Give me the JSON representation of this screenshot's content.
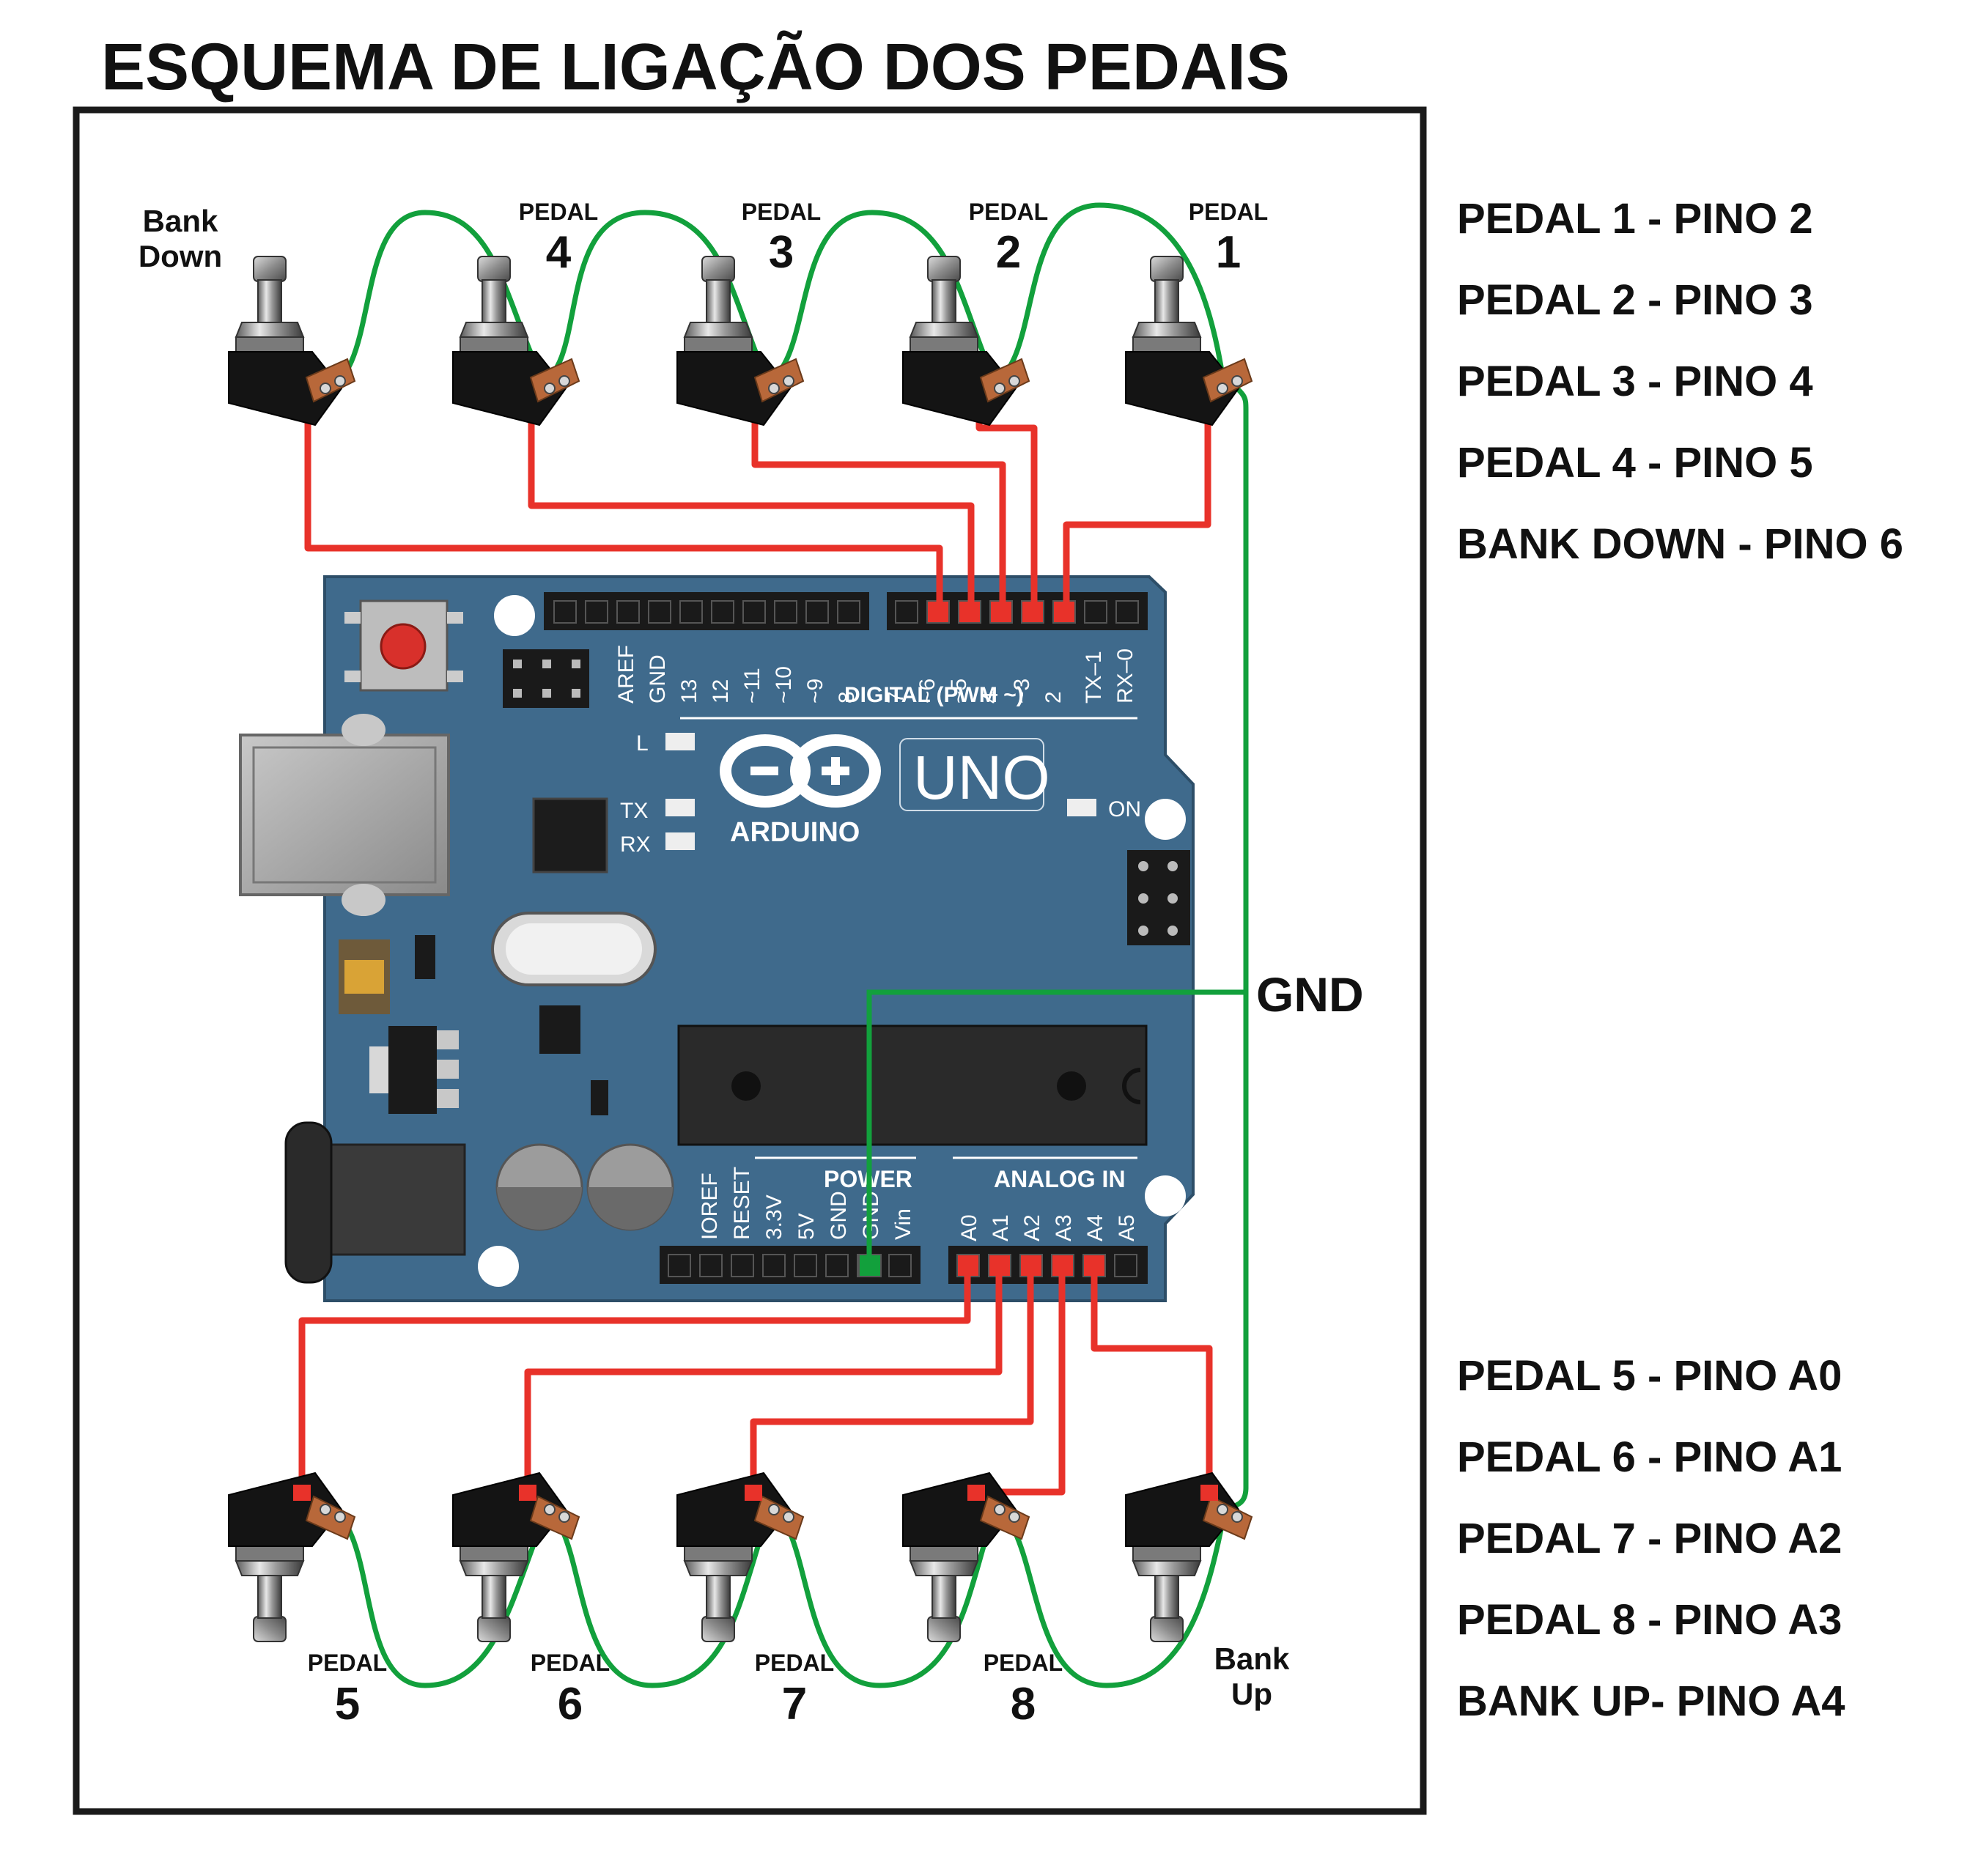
{
  "title": "ESQUEMA DE LIGAÇÃO DOS PEDAIS",
  "top_pedals": [
    {
      "small": "",
      "label": "Bank\nDown"
    },
    {
      "small": "PEDAL",
      "label": "4"
    },
    {
      "small": "PEDAL",
      "label": "3"
    },
    {
      "small": "PEDAL",
      "label": "2"
    },
    {
      "small": "PEDAL",
      "label": "1"
    }
  ],
  "bottom_pedals": [
    {
      "small": "PEDAL",
      "label": "5"
    },
    {
      "small": "PEDAL",
      "label": "6"
    },
    {
      "small": "PEDAL",
      "label": "7"
    },
    {
      "small": "PEDAL",
      "label": "8"
    },
    {
      "small": "",
      "label": "Bank\nUp"
    }
  ],
  "mapping_top": [
    "PEDAL 1 - PINO 2",
    "PEDAL 2 - PINO 3",
    "PEDAL 3 - PINO 4",
    "PEDAL 4 - PINO 5",
    "BANK DOWN - PINO 6"
  ],
  "mapping_bottom": [
    "PEDAL 5 - PINO A0",
    "PEDAL 6 - PINO A1",
    "PEDAL 7 - PINO A2",
    "PEDAL 8 - PINO A3",
    "BANK UP- PINO A4"
  ],
  "gnd_label": "GND",
  "board": {
    "name": "UNO",
    "brand": "ARDUINO",
    "digital_header_label": "DIGITAL (PWM ~)",
    "power_label": "POWER",
    "analog_label": "ANALOG IN",
    "digital_pins": [
      "AREF",
      "GND",
      "13",
      "12",
      "~11",
      "~10",
      "~9",
      "8",
      "7",
      "~6",
      "~5",
      "4",
      "~3",
      "2",
      "TX–1",
      "RX–0"
    ],
    "power_pins": [
      "IOREF",
      "RESET",
      "3.3V",
      "5V",
      "GND",
      "GND",
      "Vin"
    ],
    "analog_pins": [
      "A0",
      "A1",
      "A2",
      "A3",
      "A4",
      "A5"
    ],
    "led_labels": [
      "L",
      "TX",
      "RX",
      "ON"
    ]
  },
  "colors": {
    "board": "#3f6a8c",
    "signal_wire": "#e8322a",
    "ground_wire": "#12a03c",
    "frame": "#1a1a1a"
  }
}
